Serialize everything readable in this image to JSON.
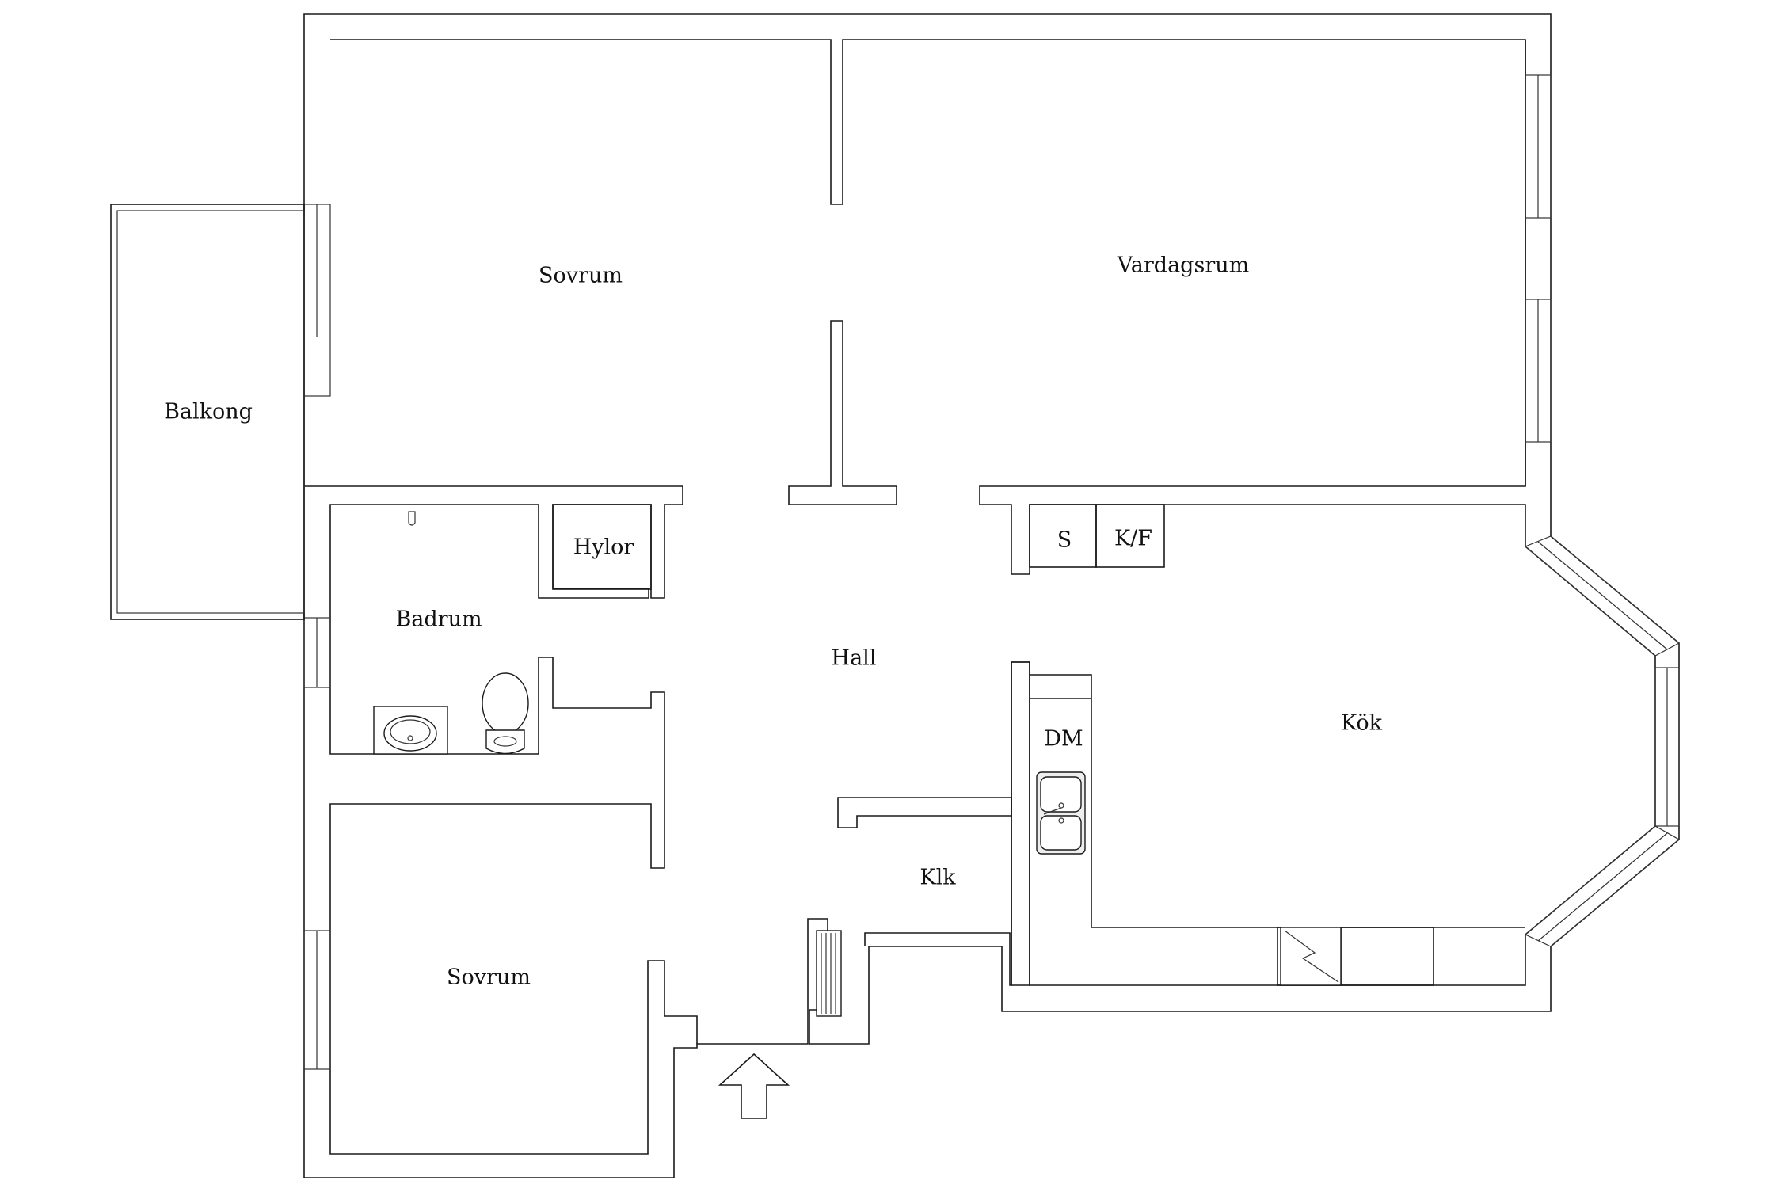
{
  "floorplan": {
    "rooms": [
      {
        "key": "sovrum_1",
        "label": "Sovrum"
      },
      {
        "key": "vardagsrum",
        "label": "Vardagsrum"
      },
      {
        "key": "balkong",
        "label": "Balkong"
      },
      {
        "key": "hylor",
        "label": "Hylor"
      },
      {
        "key": "badrum",
        "label": "Badrum"
      },
      {
        "key": "hall",
        "label": "Hall"
      },
      {
        "key": "kok",
        "label": "Kök"
      },
      {
        "key": "klk",
        "label": "Klk"
      },
      {
        "key": "sovrum_2",
        "label": "Sovrum"
      }
    ],
    "fixtures": {
      "s": "S",
      "kf": "K/F",
      "dm": "DM"
    },
    "icons": {
      "entrance": "entrance-arrow-icon",
      "stove": "stove-icon",
      "sink": "kitchen-sink-icon",
      "washbasin": "washbasin-icon",
      "toilet": "toilet-icon",
      "radiator": "radiator-icon"
    }
  }
}
